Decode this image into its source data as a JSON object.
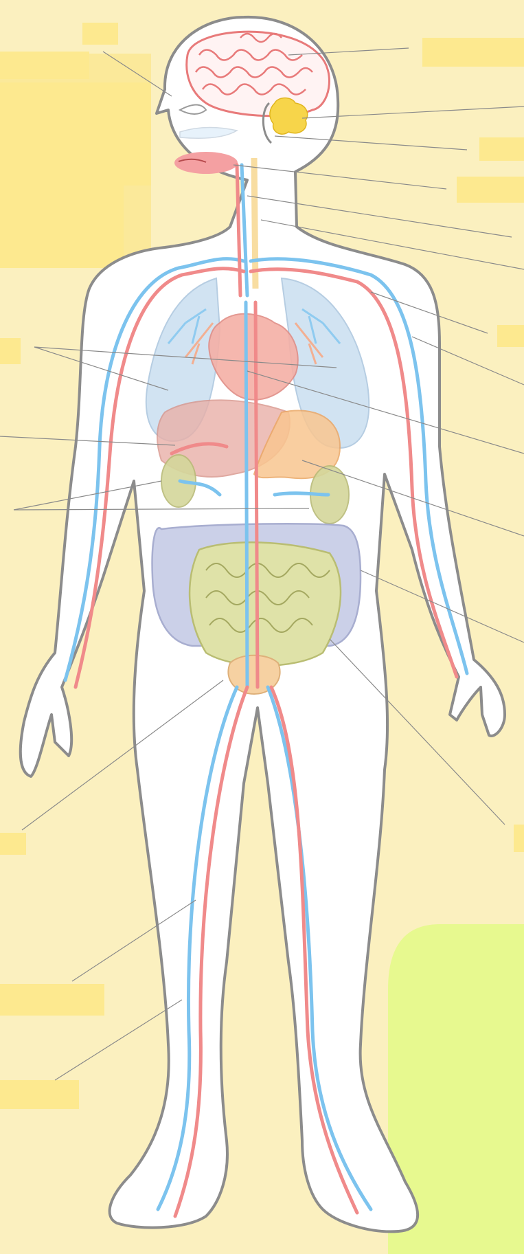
{
  "diagram": {
    "kind": "human-body-systems-worksheet",
    "labels_printed": false,
    "label_box_count": 21,
    "colors": {
      "background": "#fbf0bf",
      "label_box": "#fde98f",
      "green_panel": "#e7f98f",
      "skin_fill": "#ffffff",
      "body_outline": "#8c8c8c",
      "artery": "#f08a8a",
      "vein": "#7cc3ee",
      "brain": "#e87a7a",
      "lungs": "#c9dff0",
      "heart": "#f5b0a6",
      "liver": "#e9b0a8",
      "stomach": "#f9c690",
      "kidney": "#d4d79b",
      "large_intestine": "#c3c8e4",
      "small_intestine": "#dfe2a8",
      "bladder": "#f6d1a2",
      "gland": "#f7d54a",
      "tongue": "#f4a0a2"
    },
    "organs": [
      "brain",
      "eye",
      "ear-gland",
      "tongue",
      "lungs",
      "heart",
      "liver",
      "stomach",
      "kidneys",
      "large-intestine",
      "small-intestine",
      "bladder",
      "arteries",
      "veins"
    ]
  }
}
